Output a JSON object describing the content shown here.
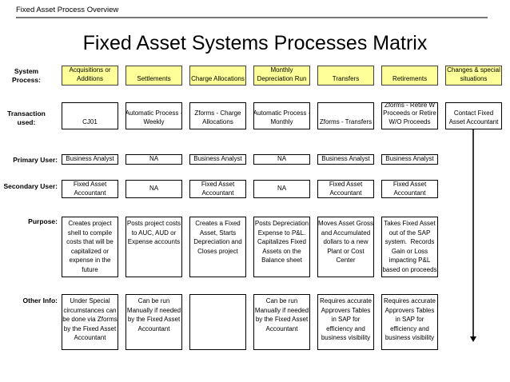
{
  "slide": {
    "overview_label": "Fixed Asset Process Overview",
    "title": "Fixed Asset Systems Processes Matrix"
  },
  "row_labels": {
    "system_process": "System\nProcess:",
    "transaction_used": "Transaction\nused:",
    "primary_user": "Primary User:",
    "secondary_user": "Secondary User:",
    "purpose": "Purpose:",
    "other_info": "Other Info:"
  },
  "colors": {
    "process_box_fill": "#FFFF99",
    "process_box_border": "#404040",
    "box_border": "#000000",
    "text": "#000000"
  },
  "columns": [
    {
      "process": "Acquisitions or\nAdditions",
      "transaction": "CJ01",
      "primary_user": "Business Analyst",
      "secondary_user": "Fixed Asset\nAccountant",
      "purpose": "Creates project\nshell to compile\ncosts that will be\ncapitalized or\nexpense in the\nfuture",
      "other_info": "Under Special\ncircumstances can\nbe done via Zforms\nby the Fixed Asset\nAccountant"
    },
    {
      "process": "Settlements",
      "transaction": "Automatic Process -\nWeekly",
      "primary_user": "NA",
      "secondary_user": "NA",
      "purpose": "Posts project costs\nto AUC, AUD or\nExpense accounts",
      "other_info": "Can be run\nManually if needed\nby the Fixed Asset\nAccountant"
    },
    {
      "process": "Charge Allocations",
      "transaction": "Zforms - Charge\nAllocations",
      "primary_user": "Business Analyst",
      "secondary_user": "Fixed Asset\nAccountant",
      "purpose": "Creates a Fixed\nAsset, Starts\nDepreciation and\nCloses project",
      "other_info": ""
    },
    {
      "process": "Monthly\nDepreciation Run",
      "transaction": "Automatic Process -\nMonthly",
      "primary_user": "NA",
      "secondary_user": "NA",
      "purpose": "Posts Depreciation\nExpense to P&L.\nCapitalizes Fixed\nAssets on the\nBalance sheet",
      "other_info": "Can be run\nManually if needed\nby the Fixed Asset\nAccountant"
    },
    {
      "process": "Transfers",
      "transaction": "Zforms - Transfers",
      "primary_user": "Business Analyst",
      "secondary_user": "Fixed Asset\nAccountant",
      "purpose": "Moves Asset Gross\nand Accumulated\ndollars to a new\nPlant or Cost\nCenter",
      "other_info": "Requires accurate\nApprovers Tables\nin SAP for\nefficiency and\nbusiness visibility"
    },
    {
      "process": "Retirements",
      "transaction": "Zforms - Retire W\nProceeds or Retire\nW/O Proceeds",
      "primary_user": "Business Analyst",
      "secondary_user": "Fixed Asset\nAccountant",
      "purpose": "Takes Fixed Asset\nout of the SAP\nsystem.  Records\nGain or Loss\nimpacting P&L\nbased on proceeds",
      "other_info": "Requires accurate\nApprovers Tables\nin SAP for\nefficiency and\nbusiness visibility"
    },
    {
      "process": "Changes & special\nsituations",
      "transaction": "Contact Fixed\nAsset Accountant"
    }
  ]
}
